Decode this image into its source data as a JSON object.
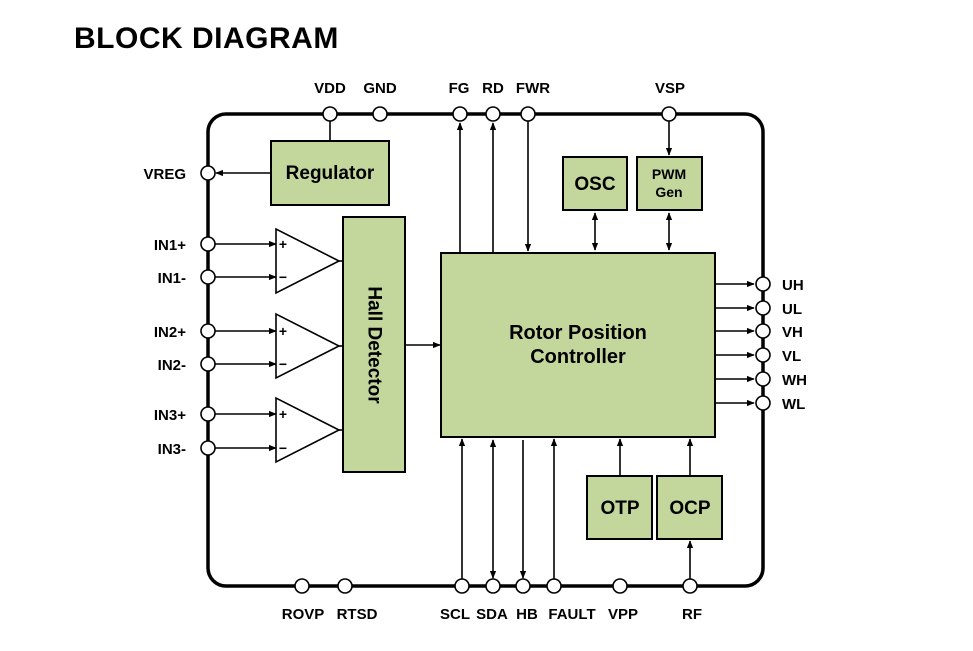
{
  "title": "BLOCK DIAGRAM",
  "colors": {
    "block_fill": "#c3d69b",
    "outline": "#000000",
    "background": "#ffffff"
  },
  "blocks": {
    "regulator": "Regulator",
    "osc": "OSC",
    "pwm_gen_line1": "PWM",
    "pwm_gen_line2": "Gen",
    "hall_detector": "Hall Detector",
    "rotor_line1": "Rotor Position",
    "rotor_line2": "Controller",
    "otp": "OTP",
    "ocp": "OCP"
  },
  "amplifier_signs": {
    "plus": "+",
    "minus": "−"
  },
  "pins": {
    "top": [
      "VDD",
      "GND",
      "FG",
      "RD",
      "FWR",
      "VSP"
    ],
    "left": [
      "VREG",
      "IN1+",
      "IN1-",
      "IN2+",
      "IN2-",
      "IN3+",
      "IN3-"
    ],
    "right": [
      "UH",
      "UL",
      "VH",
      "VL",
      "WH",
      "WL"
    ],
    "bottom": [
      "ROVP",
      "RTSD",
      "SCL",
      "SDA",
      "HB",
      "FAULT",
      "VPP",
      "RF"
    ]
  }
}
